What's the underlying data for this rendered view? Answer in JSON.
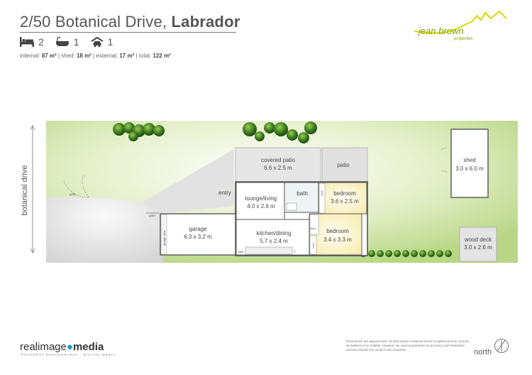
{
  "header": {
    "address": "2/50 Botanical Drive,",
    "suburb": "Labrador",
    "beds": "2",
    "baths": "1",
    "cars": "1",
    "areas": {
      "internal_label": "internal:",
      "internal": "87 m²",
      "shed_label": "shed:",
      "shed": "18 m²",
      "external_label": "external:",
      "external": "17 m²",
      "total_label": "total:",
      "total": "122 m²"
    }
  },
  "brand": {
    "name": "jean brown",
    "sub": "properties"
  },
  "plan": {
    "street": "botanical drive",
    "gate": "gate",
    "gate2": "gate",
    "entry": "entry",
    "rooms": {
      "covered_patio": {
        "name": "covered patio",
        "size": "6.6 x 2.5 m"
      },
      "patio": {
        "name": "patio"
      },
      "lounge": {
        "name": "lounge/living",
        "size": "4.0 x 2.6 m"
      },
      "bath": {
        "name": "bath"
      },
      "bedroom1": {
        "name": "bedroom",
        "size": "3.6 x 2.5 m"
      },
      "bedroom2": {
        "name": "bedroom",
        "size": "3.4 x 3.3 m"
      },
      "garage": {
        "name": "garage",
        "size": "6.3 x 3.2 m"
      },
      "kitchen": {
        "name": "kitchen/dining",
        "size": "5.7 x 2.4 m"
      },
      "shed": {
        "name": "shed",
        "size": "3.0 x 6.0 m"
      },
      "deck": {
        "name": "wood deck",
        "size": "3.0 x 2.6 m"
      }
    },
    "small_labels": {
      "garage_door": "garage door",
      "robe": "robe",
      "robe2": "robe",
      "linen": "linen",
      "pan": "pan",
      "fridge": "f"
    }
  },
  "footer": {
    "logo_a": "realimage",
    "logo_b": "media",
    "logo_sub": "PROPERTY PHOTOGRAPHY · DIGITAL MEDIA",
    "disclaimer": "Dimensions are approximate. All information contained herein is gathered from sources we believe to be reliable. However we cannot guarantee its accuracy and interested persons should rely on their own enquiries.",
    "north": "north"
  }
}
